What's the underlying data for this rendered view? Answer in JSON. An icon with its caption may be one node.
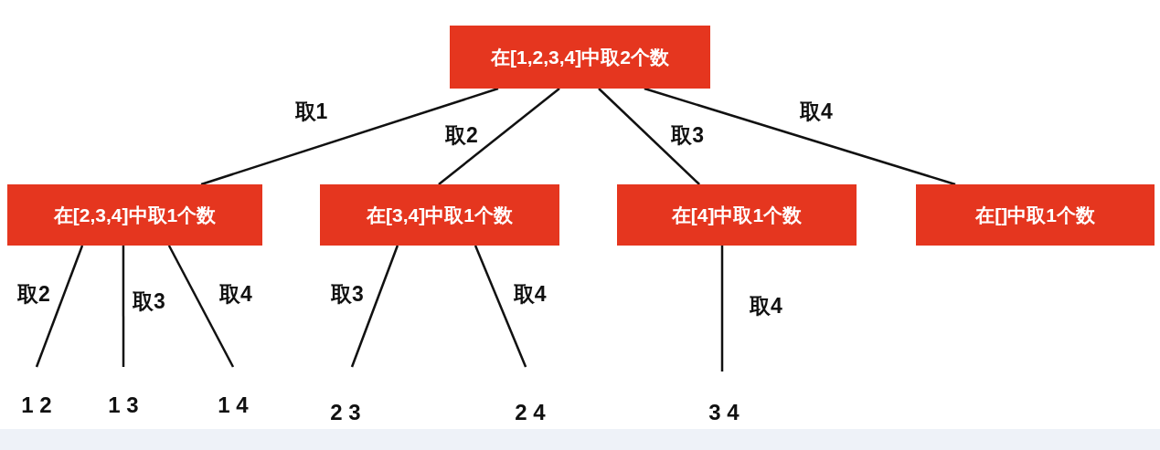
{
  "diagram": {
    "nodes": [
      {
        "text": [
          "在[1,2,3,4]中取2个数"
        ]
      },
      {
        "text": [
          "在[2,3,4]中取1个数"
        ]
      },
      {
        "text": [
          "在[3,4]中取1个数"
        ]
      },
      {
        "text": [
          "在[4]中取1个数"
        ]
      },
      {
        "text": [
          "在[]中取1个数"
        ]
      },
      {
        "text": [
          "1 2"
        ]
      },
      {
        "text": [
          "1 3"
        ]
      },
      {
        "text": [
          "1 4"
        ]
      },
      {
        "text": [
          "2 3"
        ]
      },
      {
        "text": [
          "2 4"
        ]
      },
      {
        "text": [
          "3 4"
        ]
      }
    ],
    "edges": [
      {
        "from": 0,
        "to": 1,
        "arrow": "none",
        "label": "取1"
      },
      {
        "from": 0,
        "to": 2,
        "arrow": "none",
        "label": "取2"
      },
      {
        "from": 0,
        "to": 3,
        "arrow": "none",
        "label": "取3"
      },
      {
        "from": 0,
        "to": 4,
        "arrow": "none",
        "label": "取4"
      },
      {
        "from": 1,
        "to": 5,
        "arrow": "none",
        "label": "取2"
      },
      {
        "from": 1,
        "to": 6,
        "arrow": "none",
        "label": "取3"
      },
      {
        "from": 1,
        "to": 7,
        "arrow": "none",
        "label": "取4"
      },
      {
        "from": 2,
        "to": 8,
        "arrow": "none",
        "label": "取3"
      },
      {
        "from": 2,
        "to": 9,
        "arrow": "none",
        "label": "取4"
      },
      {
        "from": 3,
        "to": 10,
        "arrow": "none",
        "label": "取4"
      }
    ]
  }
}
